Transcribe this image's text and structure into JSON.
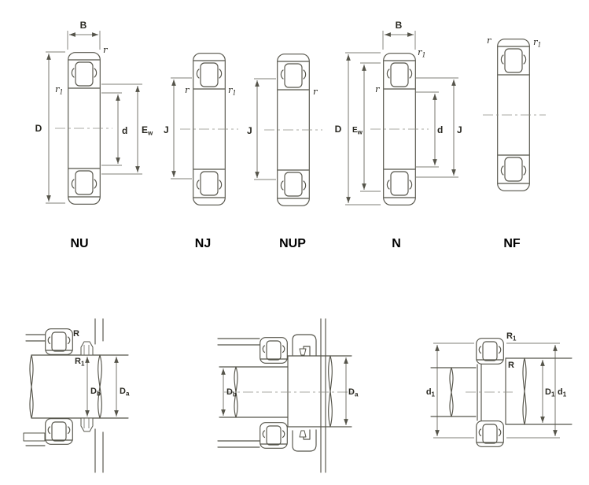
{
  "drawing": {
    "background": "#ffffff",
    "line_color": "#55544a",
    "centerline_color": "#8f8f85",
    "dim_text_color": "#2a2922",
    "type_label_color": "#000000"
  },
  "types": [
    {
      "label": "NU"
    },
    {
      "label": "NJ"
    },
    {
      "label": "NUP"
    },
    {
      "label": "N"
    },
    {
      "label": "NF"
    }
  ],
  "dims": {
    "B": "B",
    "D": "D",
    "d": "d",
    "J": "J",
    "r": "r",
    "r1": {
      "main": "r",
      "sub": "1"
    },
    "Ew": {
      "main": "E",
      "sub": "w"
    },
    "R": "R",
    "R1": {
      "main": "R",
      "sub": "1"
    },
    "Da": {
      "main": "D",
      "sub": "a"
    },
    "Db": {
      "main": "D",
      "sub": "b"
    },
    "D1": {
      "main": "D",
      "sub": "1"
    },
    "d1": {
      "main": "d",
      "sub": "1"
    }
  }
}
